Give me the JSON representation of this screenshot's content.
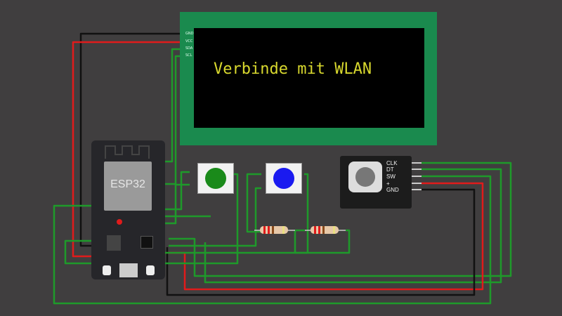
{
  "canvas": {
    "background": "#403e3f"
  },
  "lcd": {
    "text": "Verbinde mit WLAN",
    "pins": [
      "GND",
      "VCC",
      "SDA",
      "SCL"
    ],
    "pcb_color": "#1a8a4e",
    "text_color": "#d8d82e"
  },
  "esp32": {
    "label": "ESP32"
  },
  "buttons": [
    {
      "name": "green-pushbutton",
      "color": "#1a8a1a"
    },
    {
      "name": "blue-pushbutton",
      "color": "#1a1af0"
    }
  ],
  "rotary_encoder": {
    "pins": [
      "CLK",
      "DT",
      "SW",
      "+",
      "GND"
    ]
  },
  "resistors": [
    {
      "name": "resistor-1"
    },
    {
      "name": "resistor-2"
    }
  ],
  "wire_colors": {
    "signal": "#1e9a2a",
    "power": "#e01b1b",
    "ground": "#111111"
  }
}
